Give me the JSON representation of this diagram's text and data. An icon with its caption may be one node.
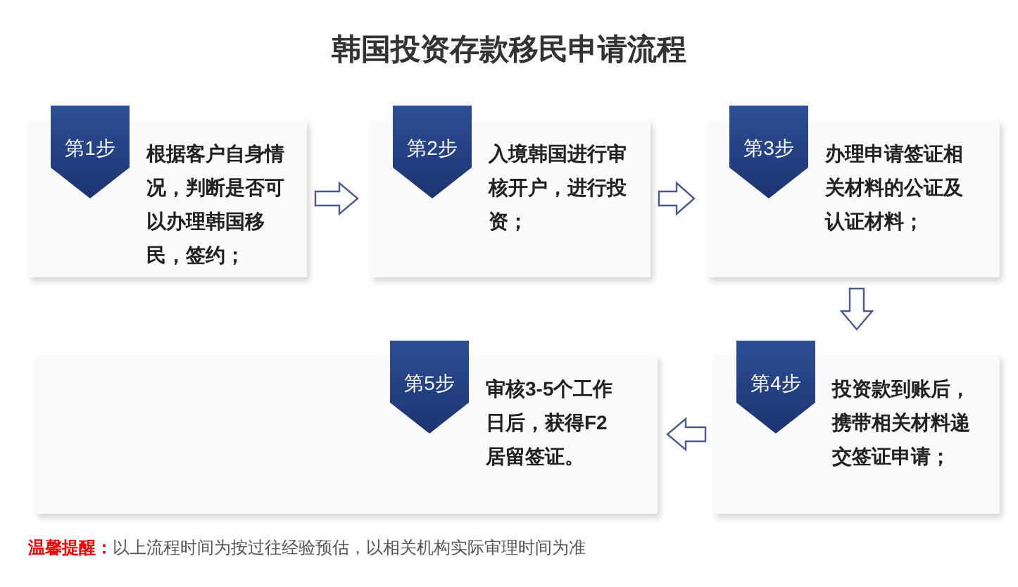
{
  "diagram": {
    "title": "韩国投资存款移民申请流程",
    "nodes": [
      {
        "text": [
          "根据客户自身情况，判断是否可以办理韩国移民，签约；"
        ]
      },
      {
        "text": [
          "第1步"
        ],
        "in": 0
      },
      {
        "text": [
          "入境韩国进行审核开户，进行投资；"
        ]
      },
      {
        "text": [
          "第2步"
        ],
        "in": 2
      },
      {
        "text": [
          "办理申请签证相关材料的公证及认证材料；"
        ]
      },
      {
        "text": [
          "第3步"
        ],
        "in": 4
      },
      {
        "text": [
          "投资款到账后，携带相关材料递交签证申请；"
        ]
      },
      {
        "text": [
          "第4步"
        ],
        "in": 6
      },
      {
        "text": [
          "审核3-5个工作日后，获得F2居留签证。"
        ]
      },
      {
        "text": [
          "第5步"
        ],
        "in": 8
      }
    ],
    "edges": [
      {
        "from": 0,
        "to": 2,
        "arrow": "to"
      },
      {
        "from": 2,
        "to": 4,
        "arrow": "to"
      },
      {
        "from": 4,
        "to": 6,
        "arrow": "to"
      },
      {
        "from": 6,
        "to": 8,
        "arrow": "to"
      }
    ],
    "labels": [
      "**温馨提醒：**以上流程时间为按过往经验预估，以相关机构实际审理时间为准"
    ]
  }
}
